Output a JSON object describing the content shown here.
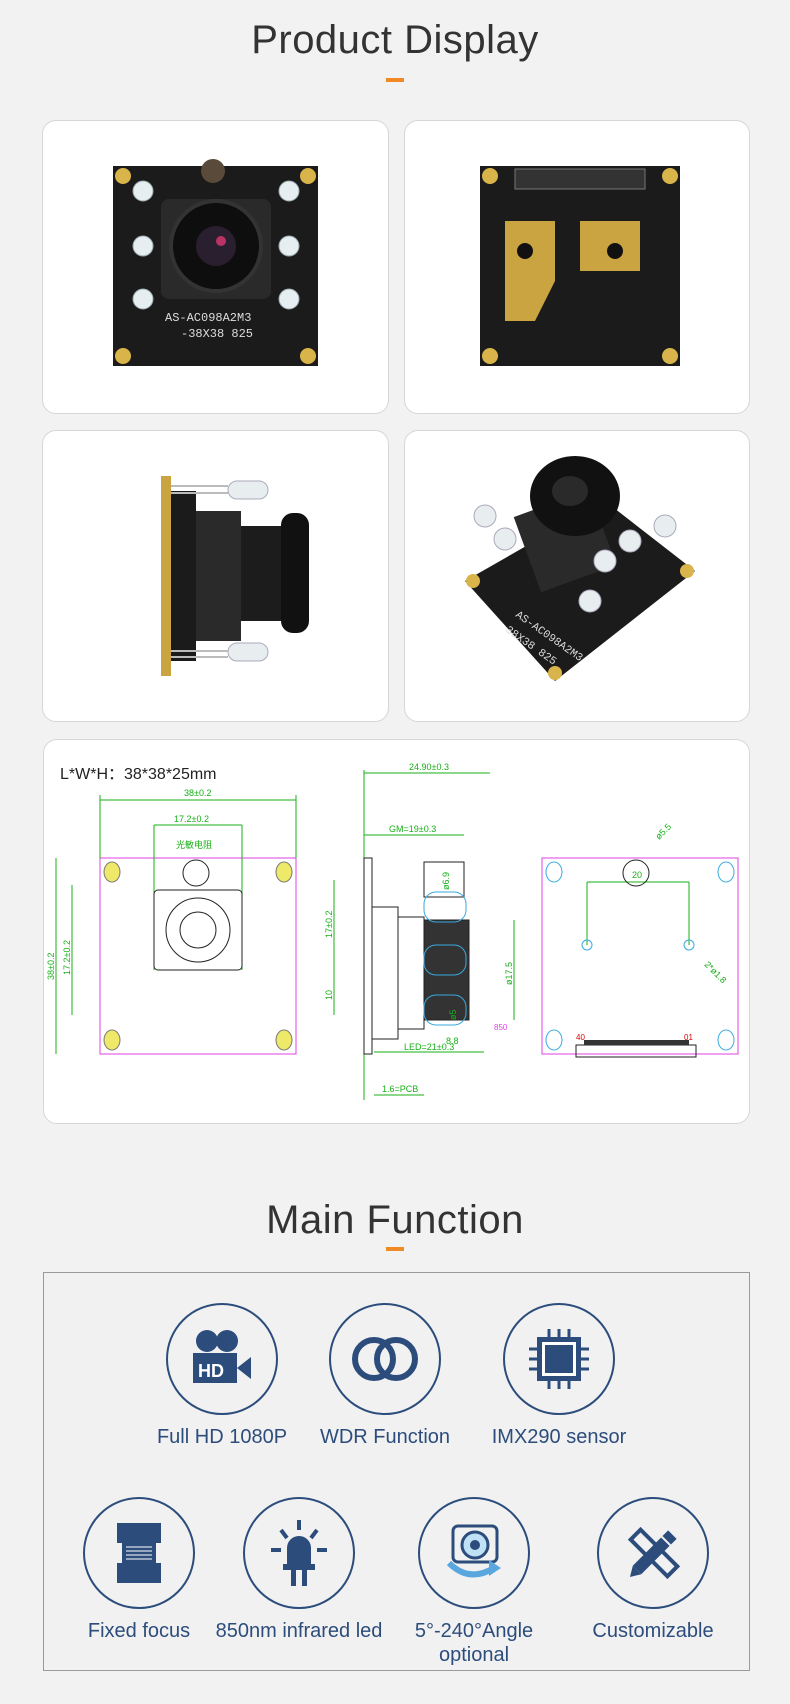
{
  "product_display": {
    "title": "Product Display"
  },
  "photos": [
    {
      "name": "front",
      "silk": [
        "AS-AC098A2M3",
        "-38X38 825"
      ]
    },
    {
      "name": "back"
    },
    {
      "name": "side"
    },
    {
      "name": "angled",
      "silk": [
        "AS-AC098A2M3",
        "38X38 825"
      ]
    }
  ],
  "drawing": {
    "size_label": "L*W*H：38*38*25mm",
    "dims": {
      "width": "38±0.2",
      "inner": "17.2±0.2",
      "sensor": "光敏电阻",
      "height": "38±0.2",
      "inner_v": "17.2±0.2",
      "v17": "17±0.2",
      "v10": "10",
      "total": "24.90±0.3",
      "gm": "GM=19±0.3",
      "d69": "ø6.9",
      "d175": "ø17.5",
      "d5": "ø5",
      "d88": "8.8",
      "led": "LED=21±0.3",
      "pcb": "1.6=PCB",
      "w850": "850",
      "d55": "ø5.5",
      "twenty": "20",
      "holes": "2*ø1.8",
      "pin40": "40",
      "pin01": "01"
    }
  },
  "main_function": {
    "title": "Main Function",
    "features": [
      {
        "label": "Full HD 1080P",
        "icon": "hd-camera-icon"
      },
      {
        "label": "WDR Function",
        "icon": "wdr-rings-icon"
      },
      {
        "label": "IMX290 sensor",
        "icon": "chip-icon"
      },
      {
        "label": "Fixed focus",
        "icon": "lens-icon"
      },
      {
        "label": "850nm infrared led",
        "icon": "led-icon"
      },
      {
        "label": "5°-240°Angle optional",
        "icon": "rotate-camera-icon"
      },
      {
        "label": "Customizable",
        "icon": "pencil-ruler-icon"
      }
    ]
  },
  "colors": {
    "accent": "#f08a24",
    "icon": "#2c4d7c",
    "dim_line": "#17b017"
  }
}
